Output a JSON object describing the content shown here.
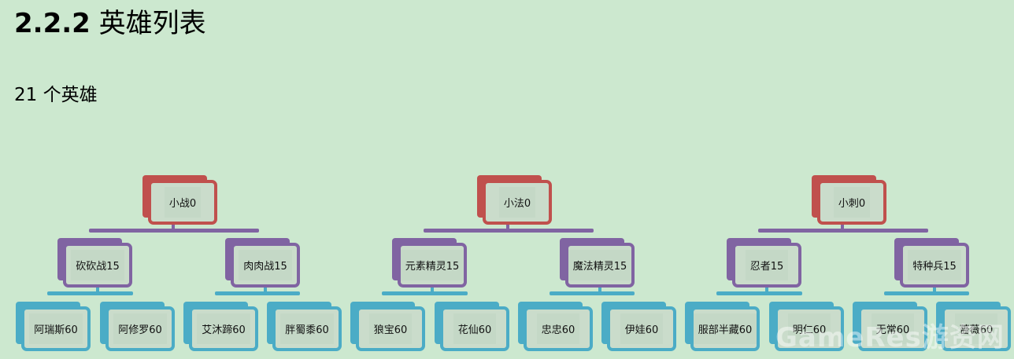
{
  "heading": {
    "number": "2.2.2",
    "text": "英雄列表"
  },
  "subtitle": "21 个英雄",
  "colors": {
    "background": "#cce8cf",
    "level1": "#c0504d",
    "level2": "#8064a2",
    "level3": "#4bacc6"
  },
  "trees": [
    {
      "root": "小战0",
      "children": [
        {
          "label": "砍砍战15",
          "children": [
            "阿瑞斯60",
            "阿修罗60"
          ]
        },
        {
          "label": "肉肉战15",
          "children": [
            "艾沐蹄60",
            "胖蜀黍60"
          ]
        }
      ]
    },
    {
      "root": "小法0",
      "children": [
        {
          "label": "元素精灵15",
          "children": [
            "狼宝60",
            "花仙60"
          ]
        },
        {
          "label": "魔法精灵15",
          "children": [
            "忠忠60",
            "伊娃60"
          ]
        }
      ]
    },
    {
      "root": "小刺0",
      "children": [
        {
          "label": "忍者15",
          "children": [
            "服部半藏60",
            "明仁60"
          ]
        },
        {
          "label": "特种兵15",
          "children": [
            "无常60",
            "蔷薇60"
          ]
        }
      ]
    }
  ],
  "watermark": "GameRes游资网"
}
